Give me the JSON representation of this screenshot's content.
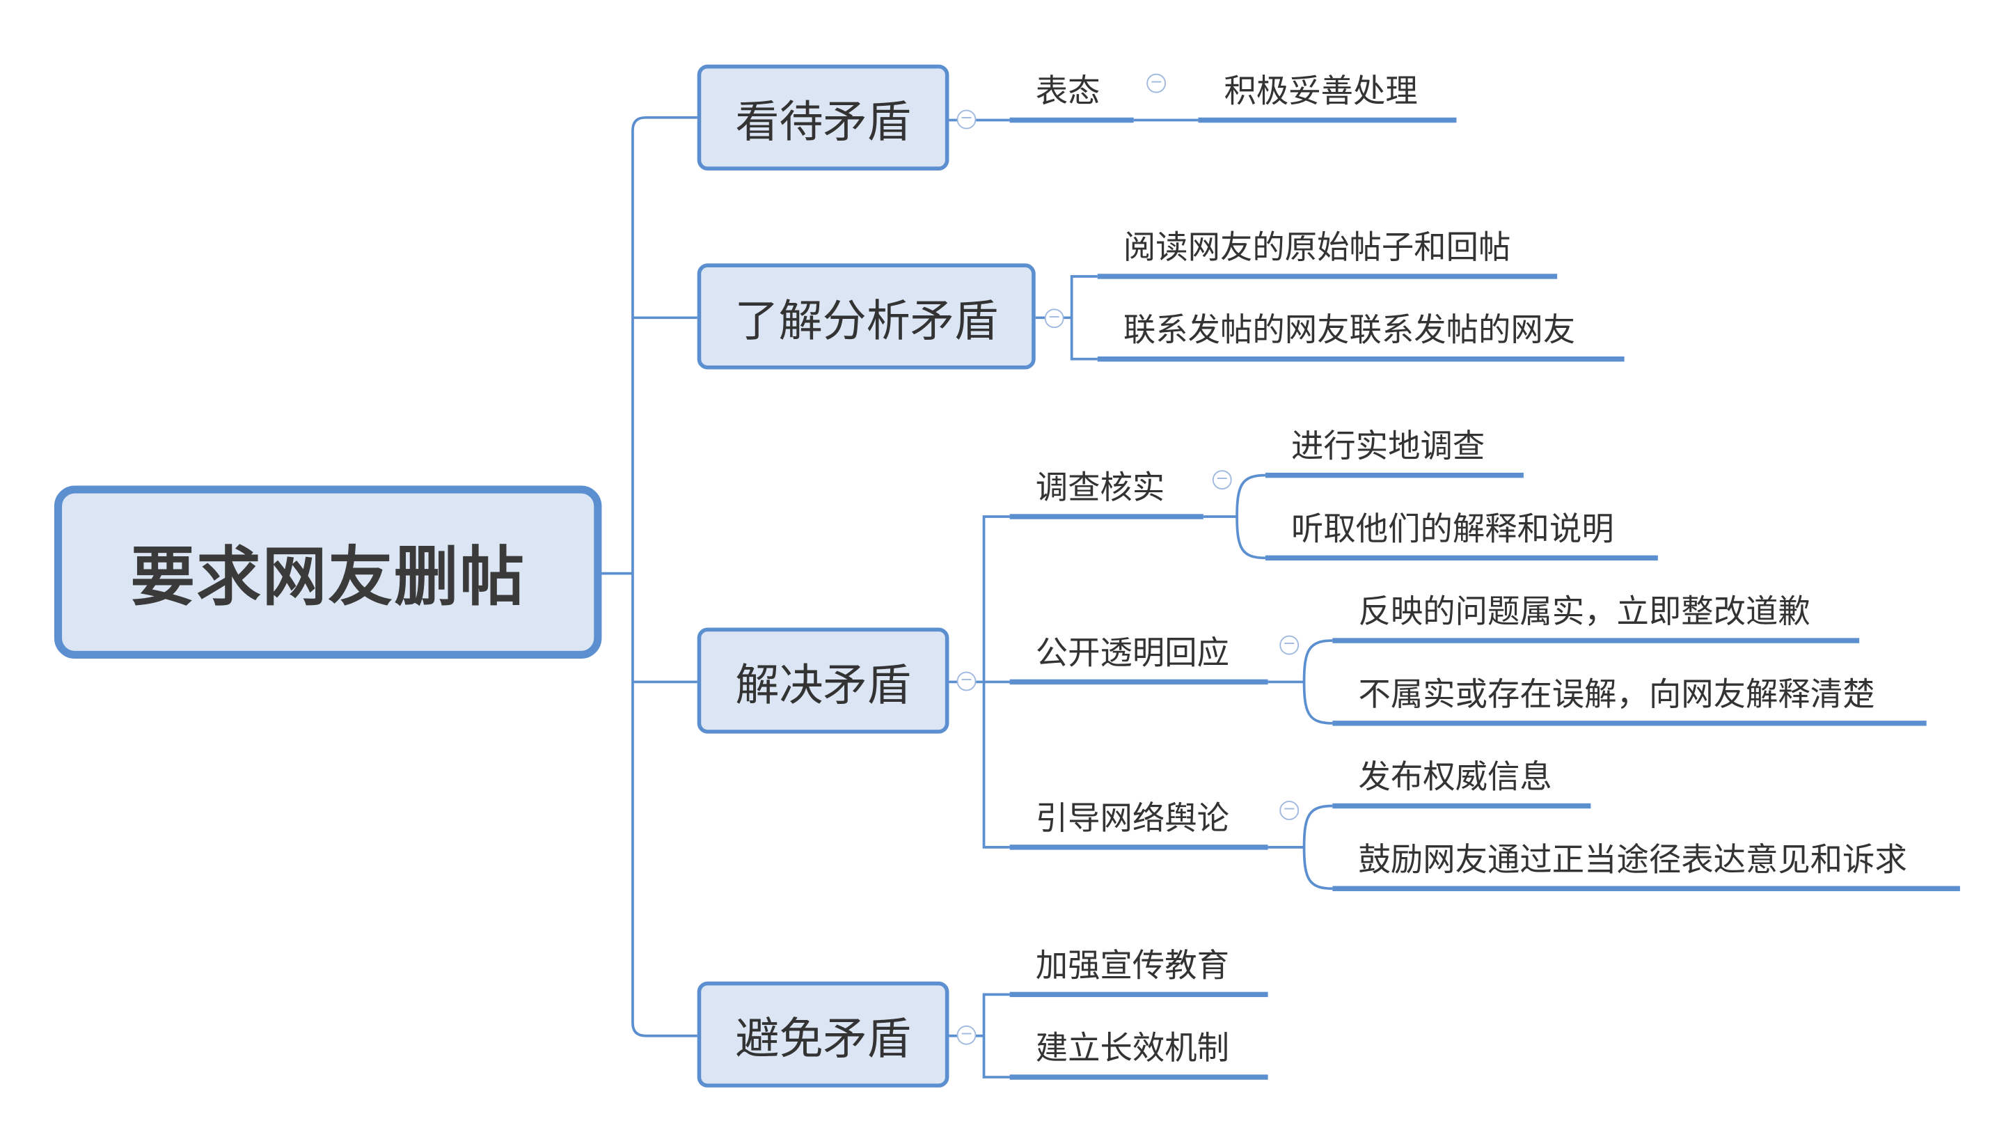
{
  "root": {
    "label": "要求网友删帖"
  },
  "branches": [
    {
      "label": "看待矛盾",
      "children": [
        {
          "label": "表态",
          "children": [
            {
              "label": "积极妥善处理"
            }
          ]
        }
      ]
    },
    {
      "label": "了解分析矛盾",
      "children": [
        {
          "label": "阅读网友的原始帖子和回帖"
        },
        {
          "label": "联系发帖的网友联系发帖的网友"
        }
      ]
    },
    {
      "label": "解决矛盾",
      "children": [
        {
          "label": "调查核实",
          "children": [
            {
              "label": "进行实地调查"
            },
            {
              "label": "听取他们的解释和说明"
            }
          ]
        },
        {
          "label": "公开透明回应",
          "children": [
            {
              "label": "反映的问题属实，立即整改道歉"
            },
            {
              "label": "不属实或存在误解，向网友解释清楚"
            }
          ]
        },
        {
          "label": "引导网络舆论",
          "children": [
            {
              "label": "发布权威信息"
            },
            {
              "label": "鼓励网友通过正当途径表达意见和诉求"
            }
          ]
        }
      ]
    },
    {
      "label": "避免矛盾",
      "children": [
        {
          "label": "加强宣传教育"
        },
        {
          "label": "建立长效机制"
        }
      ]
    }
  ],
  "colors": {
    "node_fill": "#dbe5f3",
    "node_border": "#5b8fd0",
    "connector": "#5b8fd0",
    "collapse_toggle": "#9fb8de",
    "text": "#333333"
  },
  "icons": {
    "collapse_toggle": "minus-circle-icon"
  }
}
